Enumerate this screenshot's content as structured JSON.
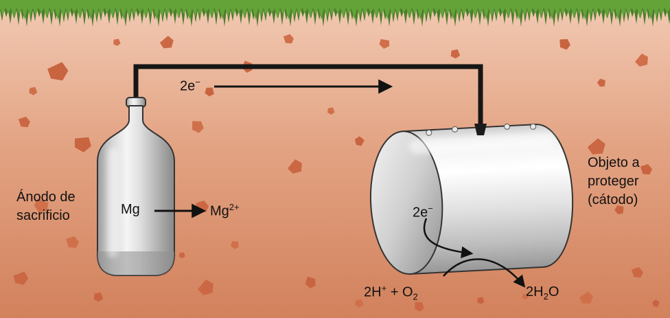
{
  "colors": {
    "grass_dark": "#4c7d2c",
    "grass_light": "#63a338",
    "soil_top": "#f2cab4",
    "soil_mid": "#e3a484",
    "soil_bottom": "#d2815c",
    "rock": "#cb6843",
    "wire": "#161616",
    "metal_light": "#f5f5f5",
    "metal_dark": "#8a8a8a",
    "text": "#111111"
  },
  "labels": {
    "wire_electrons": {
      "text": "2e",
      "sup": "−"
    },
    "anode": {
      "line1": "Ánodo de",
      "line2": "sacrificio"
    },
    "mg": "Mg",
    "mg_ion": {
      "text": "Mg",
      "sup": "2+"
    },
    "cathode": {
      "line1": "Objeto a",
      "line2": "proteger",
      "line3": "(cátodo)"
    },
    "tank_electrons": {
      "text": "2e",
      "sup": "−"
    },
    "reactants": {
      "p1": "2H",
      "sup1": "+",
      "p2": " + O",
      "sub1": "2"
    },
    "product": {
      "p1": "2H",
      "sub1": "2",
      "p2": "O"
    }
  }
}
